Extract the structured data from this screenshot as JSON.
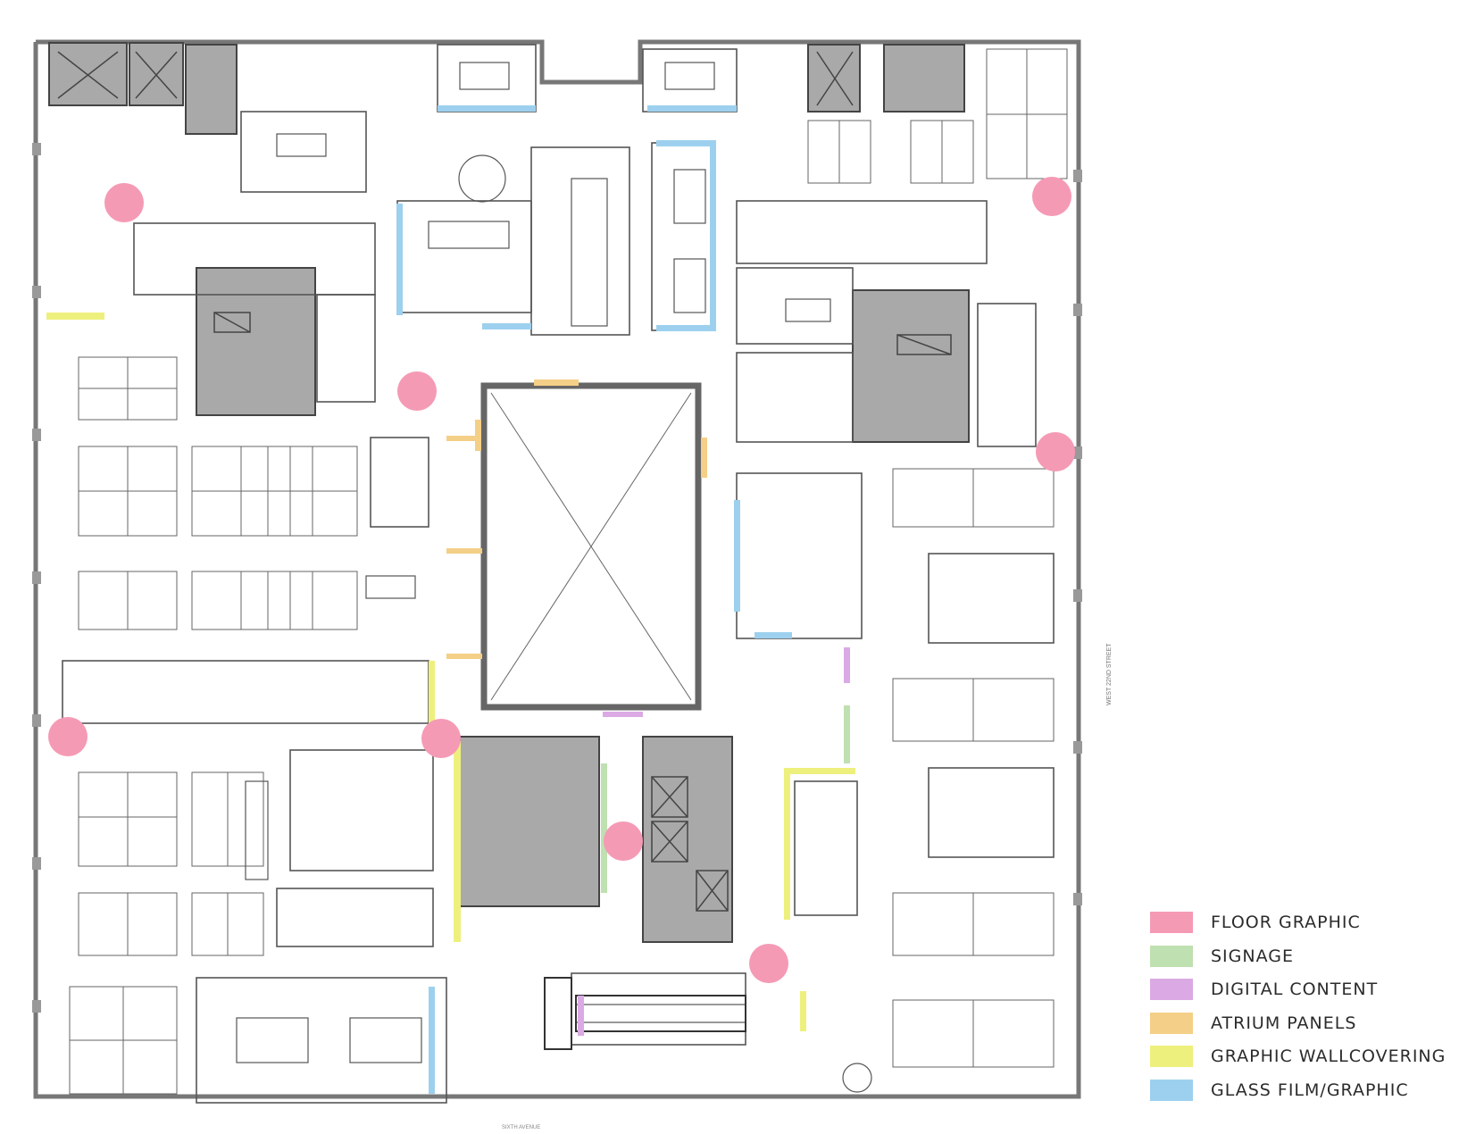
{
  "legend": {
    "items": [
      {
        "key": "floor",
        "label": "FLOOR GRAPHIC",
        "color": "#f59ab5"
      },
      {
        "key": "signage",
        "label": "SIGNAGE",
        "color": "#bfe0b0"
      },
      {
        "key": "digital",
        "label": "DIGITAL CONTENT",
        "color": "#dba9e4"
      },
      {
        "key": "atrium",
        "label": "ATRIUM PANELS",
        "color": "#f4cf87"
      },
      {
        "key": "wallcovering",
        "label": "GRAPHIC WALLCOVERING",
        "color": "#eef07e"
      },
      {
        "key": "glass",
        "label": "GLASS FILM/GRAPHIC",
        "color": "#9dd0ee"
      }
    ]
  },
  "labels": {
    "street_side": "WEST 22ND STREET",
    "street_bottom": "SIXTH AVENUE"
  }
}
